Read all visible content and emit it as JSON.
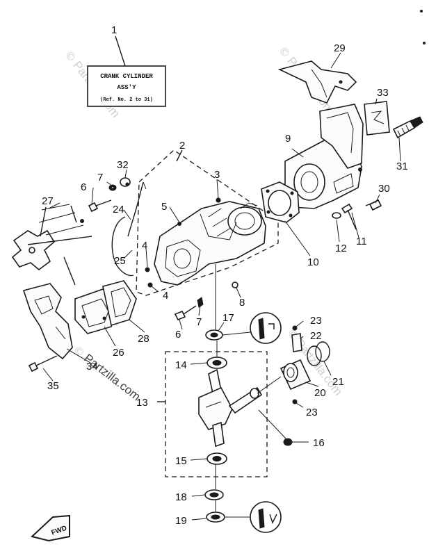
{
  "title_box": {
    "line1": "CRANK CYLINDER",
    "line2": "ASS'Y",
    "line3": "(Ref. No. 2 to 31)"
  },
  "watermark": {
    "icon": "copyright-icon",
    "text": "Partzilla.com"
  },
  "fwd_label": "FWD",
  "callouts": [
    {
      "id": "1",
      "label": "1"
    },
    {
      "id": "2",
      "label": "2"
    },
    {
      "id": "3",
      "label": "3"
    },
    {
      "id": "4a",
      "label": "4"
    },
    {
      "id": "4b",
      "label": "4"
    },
    {
      "id": "5",
      "label": "5"
    },
    {
      "id": "6a",
      "label": "6"
    },
    {
      "id": "6b",
      "label": "6"
    },
    {
      "id": "7a",
      "label": "7"
    },
    {
      "id": "7b",
      "label": "7"
    },
    {
      "id": "8",
      "label": "8"
    },
    {
      "id": "9",
      "label": "9"
    },
    {
      "id": "10",
      "label": "10"
    },
    {
      "id": "11",
      "label": "11"
    },
    {
      "id": "12",
      "label": "12"
    },
    {
      "id": "13",
      "label": "13"
    },
    {
      "id": "14",
      "label": "14"
    },
    {
      "id": "15",
      "label": "15"
    },
    {
      "id": "16",
      "label": "16"
    },
    {
      "id": "17",
      "label": "17"
    },
    {
      "id": "18",
      "label": "18"
    },
    {
      "id": "19",
      "label": "19"
    },
    {
      "id": "20",
      "label": "20"
    },
    {
      "id": "21",
      "label": "21"
    },
    {
      "id": "22",
      "label": "22"
    },
    {
      "id": "23a",
      "label": "23"
    },
    {
      "id": "23b",
      "label": "23"
    },
    {
      "id": "24",
      "label": "24"
    },
    {
      "id": "25",
      "label": "25"
    },
    {
      "id": "26",
      "label": "26"
    },
    {
      "id": "27",
      "label": "27"
    },
    {
      "id": "28",
      "label": "28"
    },
    {
      "id": "29",
      "label": "29"
    },
    {
      "id": "30",
      "label": "30"
    },
    {
      "id": "31",
      "label": "31"
    },
    {
      "id": "32",
      "label": "32"
    },
    {
      "id": "33",
      "label": "33"
    },
    {
      "id": "34",
      "label": "34"
    },
    {
      "id": "35",
      "label": "35"
    }
  ]
}
